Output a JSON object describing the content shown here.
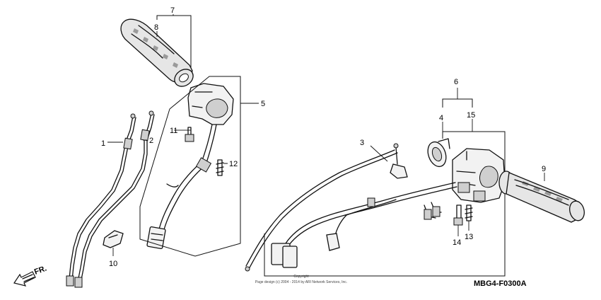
{
  "callouts": {
    "c1": "1",
    "c2": "2",
    "c3": "3",
    "c4": "4",
    "c5": "5",
    "c6": "6",
    "c7": "7",
    "c8": "8",
    "c9": "9",
    "c10": "10",
    "c11": "11",
    "c12": "12",
    "c13": "13",
    "c14": "14",
    "c15": "15"
  },
  "direction_label": "FR.",
  "diagram_code": "MBG4-F0300A",
  "copyright": {
    "line1": "Copyright",
    "line2": "Page design (c) 2004 - 2014 by ARI Network Services, Inc."
  }
}
